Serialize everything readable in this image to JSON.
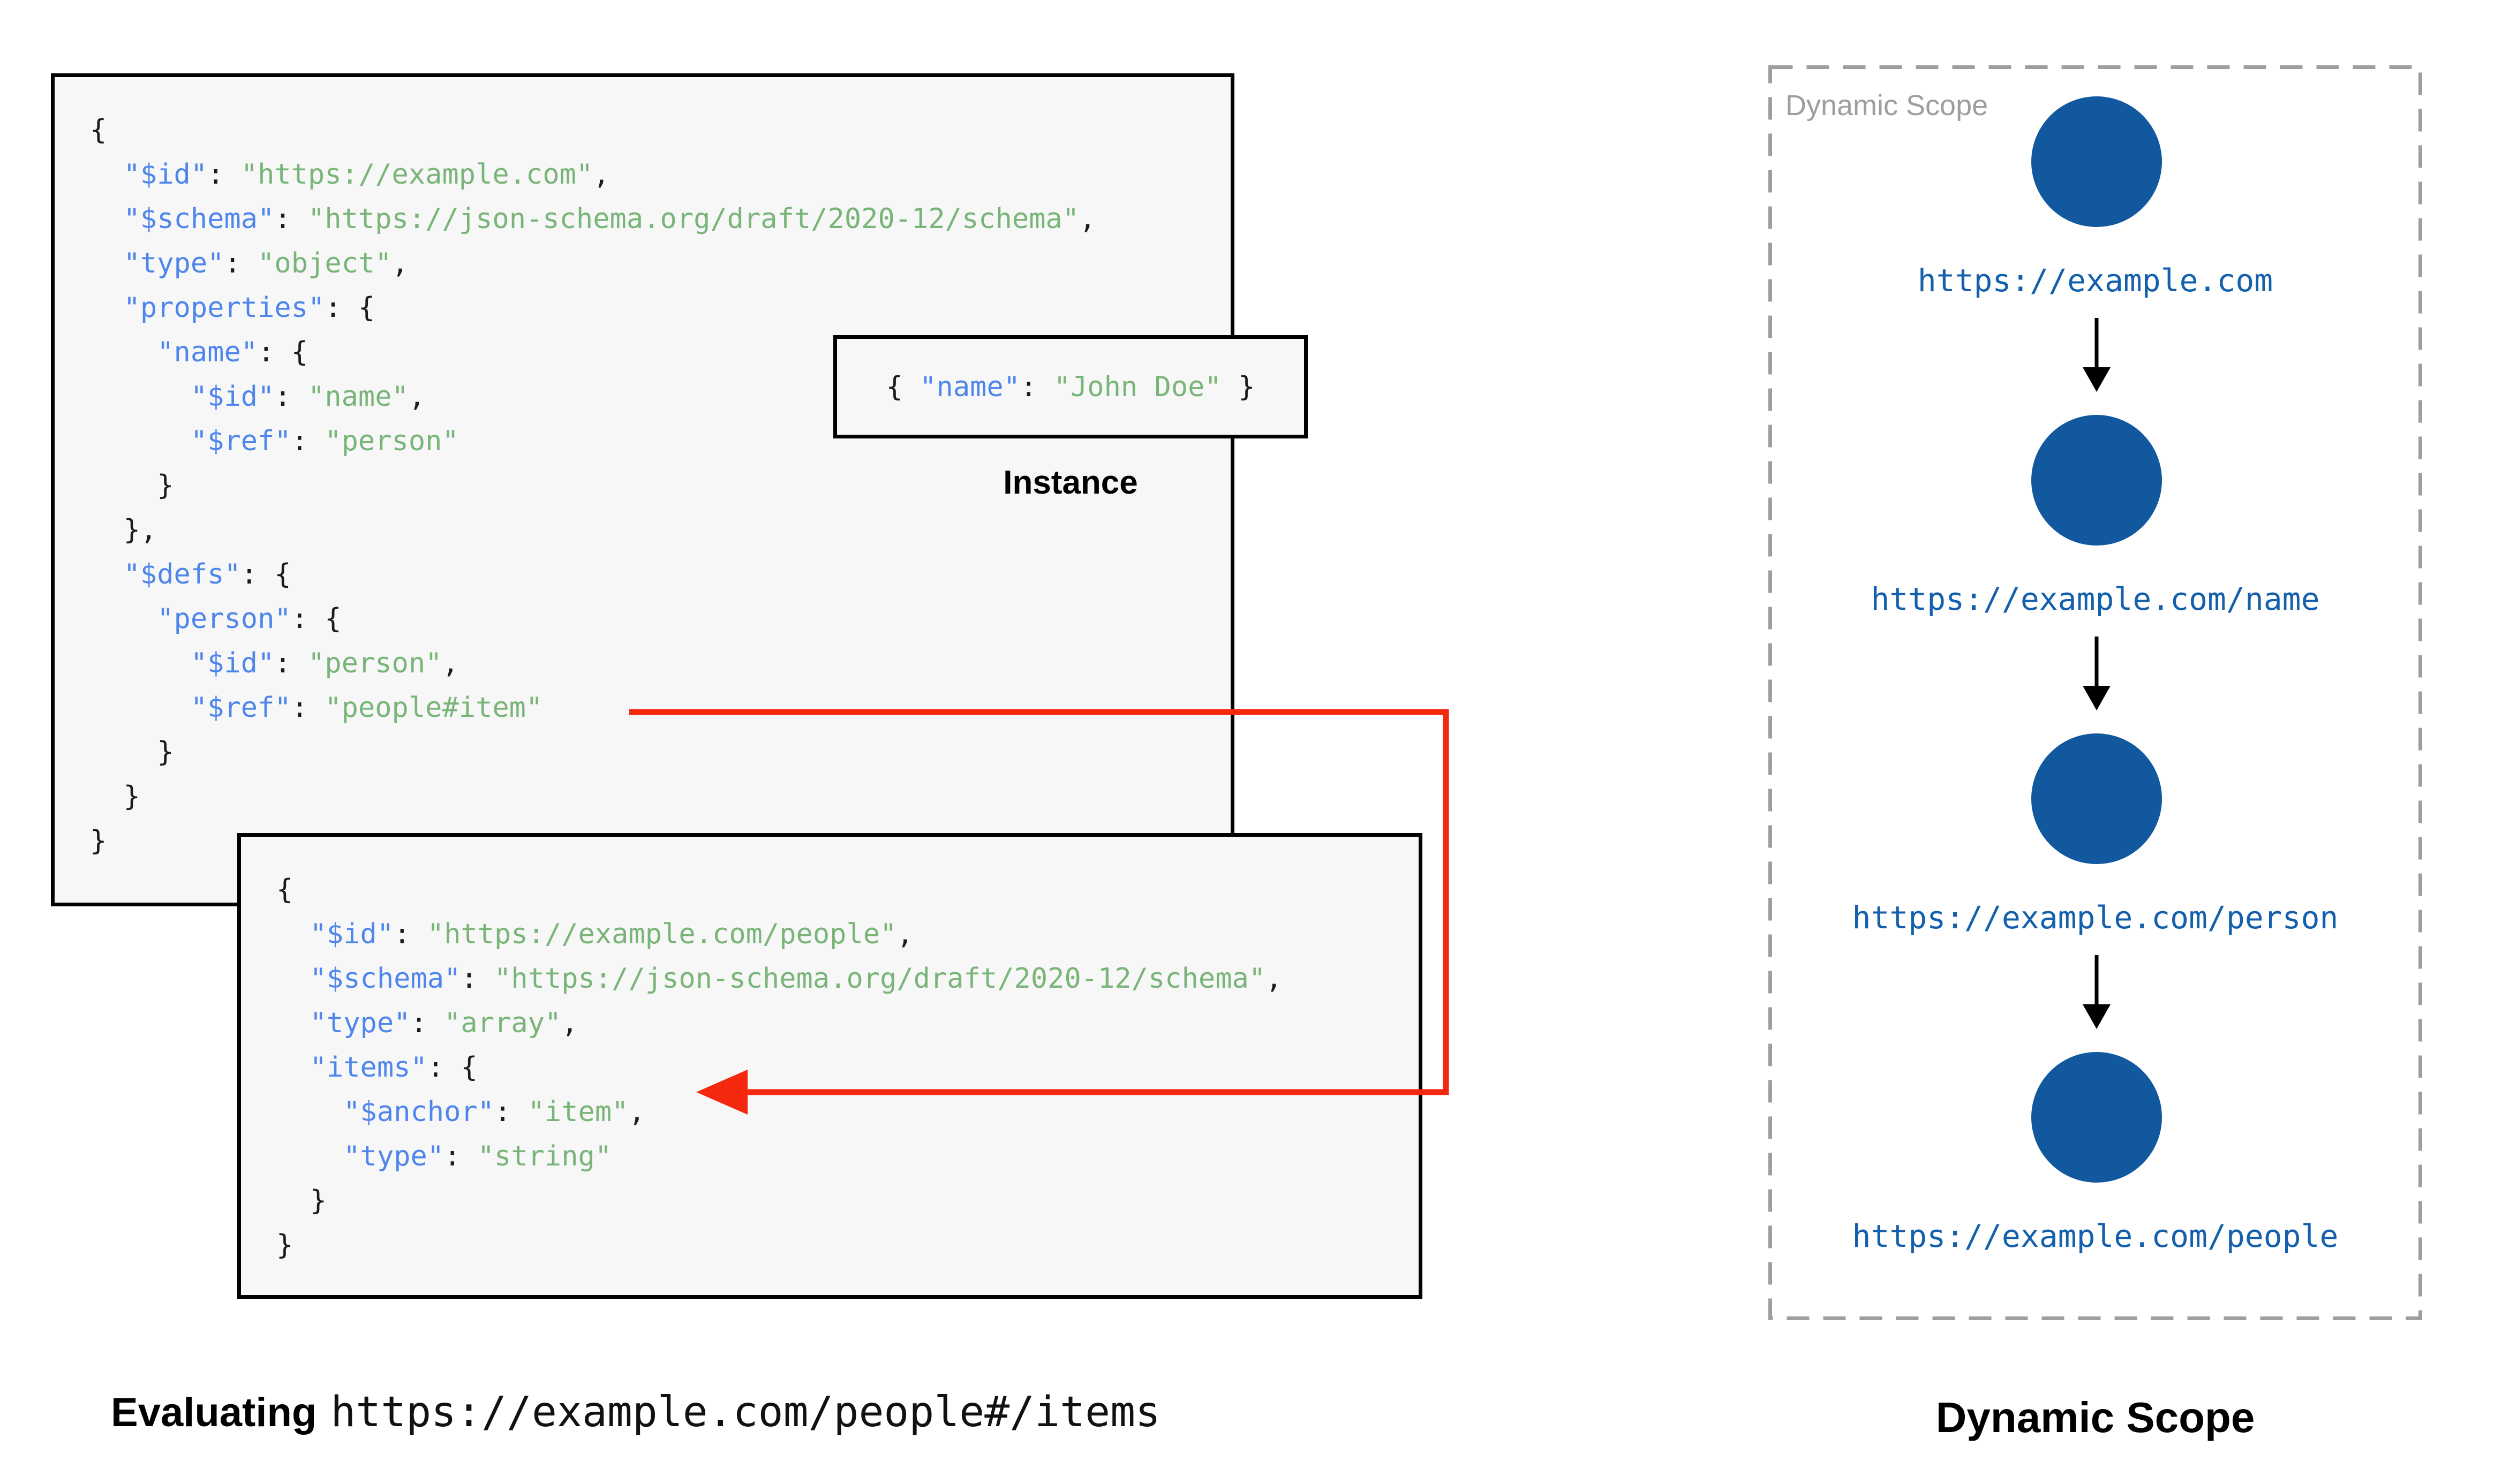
{
  "colors": {
    "code_key": "#4F86EC",
    "code_string": "#79B579",
    "code_punct": "#1B1B1B",
    "block_bg": "#F7F7F7",
    "block_border": "#000000",
    "accent_red": "#F4270F",
    "node_blue": "#11589E",
    "url_blue": "#1460AC",
    "muted_gray": "#9E9E9E",
    "arrow_black": "#000000"
  },
  "schema_root": {
    "lines": [
      [
        [
          "p",
          "{"
        ]
      ],
      [
        [
          "p",
          "  "
        ],
        [
          "k",
          "\"$id\""
        ],
        [
          "p",
          ": "
        ],
        [
          "s",
          "\"https://example.com\""
        ],
        [
          "p",
          ","
        ]
      ],
      [
        [
          "p",
          "  "
        ],
        [
          "k",
          "\"$schema\""
        ],
        [
          "p",
          ": "
        ],
        [
          "s",
          "\"https://json-schema.org/draft/2020-12/schema\""
        ],
        [
          "p",
          ","
        ]
      ],
      [
        [
          "p",
          "  "
        ],
        [
          "k",
          "\"type\""
        ],
        [
          "p",
          ": "
        ],
        [
          "s",
          "\"object\""
        ],
        [
          "p",
          ","
        ]
      ],
      [
        [
          "p",
          "  "
        ],
        [
          "k",
          "\"properties\""
        ],
        [
          "p",
          ": {"
        ]
      ],
      [
        [
          "p",
          "    "
        ],
        [
          "k",
          "\"name\""
        ],
        [
          "p",
          ": {"
        ]
      ],
      [
        [
          "p",
          "      "
        ],
        [
          "k",
          "\"$id\""
        ],
        [
          "p",
          ": "
        ],
        [
          "s",
          "\"name\""
        ],
        [
          "p",
          ","
        ]
      ],
      [
        [
          "p",
          "      "
        ],
        [
          "k",
          "\"$ref\""
        ],
        [
          "p",
          ": "
        ],
        [
          "s",
          "\"person\""
        ]
      ],
      [
        [
          "p",
          "    }"
        ]
      ],
      [
        [
          "p",
          "  },"
        ]
      ],
      [
        [
          "p",
          "  "
        ],
        [
          "k",
          "\"$defs\""
        ],
        [
          "p",
          ": {"
        ]
      ],
      [
        [
          "p",
          "    "
        ],
        [
          "k",
          "\"person\""
        ],
        [
          "p",
          ": {"
        ]
      ],
      [
        [
          "p",
          "      "
        ],
        [
          "k",
          "\"$id\""
        ],
        [
          "p",
          ": "
        ],
        [
          "s",
          "\"person\""
        ],
        [
          "p",
          ","
        ]
      ],
      [
        [
          "p",
          "      "
        ],
        [
          "k",
          "\"$ref\""
        ],
        [
          "p",
          ": "
        ],
        [
          "s",
          "\"people#item\""
        ]
      ],
      [
        [
          "p",
          "    }"
        ]
      ],
      [
        [
          "p",
          "  }"
        ]
      ],
      [
        [
          "p",
          "}"
        ]
      ]
    ]
  },
  "schema_people": {
    "lines": [
      [
        [
          "p",
          "{"
        ]
      ],
      [
        [
          "p",
          "  "
        ],
        [
          "k",
          "\"$id\""
        ],
        [
          "p",
          ": "
        ],
        [
          "s",
          "\"https://example.com/people\""
        ],
        [
          "p",
          ","
        ]
      ],
      [
        [
          "p",
          "  "
        ],
        [
          "k",
          "\"$schema\""
        ],
        [
          "p",
          ": "
        ],
        [
          "s",
          "\"https://json-schema.org/draft/2020-12/schema\""
        ],
        [
          "p",
          ","
        ]
      ],
      [
        [
          "p",
          "  "
        ],
        [
          "k",
          "\"type\""
        ],
        [
          "p",
          ": "
        ],
        [
          "s",
          "\"array\""
        ],
        [
          "p",
          ","
        ]
      ],
      [
        [
          "p",
          "  "
        ],
        [
          "k",
          "\"items\""
        ],
        [
          "p",
          ": {"
        ]
      ],
      [
        [
          "p",
          "    "
        ],
        [
          "k",
          "\"$anchor\""
        ],
        [
          "p",
          ": "
        ],
        [
          "s",
          "\"item\""
        ],
        [
          "p",
          ","
        ]
      ],
      [
        [
          "p",
          "    "
        ],
        [
          "k",
          "\"type\""
        ],
        [
          "p",
          ": "
        ],
        [
          "s",
          "\"string\""
        ]
      ],
      [
        [
          "p",
          "  }"
        ]
      ],
      [
        [
          "p",
          "}"
        ]
      ]
    ]
  },
  "instance": {
    "lines": [
      [
        [
          "p",
          "{ "
        ],
        [
          "k",
          "\"name\""
        ],
        [
          "p",
          ": "
        ],
        [
          "s",
          "\"John Doe\""
        ],
        [
          "p",
          " }"
        ]
      ]
    ],
    "caption": "Instance"
  },
  "evaluating": {
    "prefix": "Evaluating",
    "uri": "https://example.com/people#/items"
  },
  "dynamic_scope": {
    "watermark": "Dynamic Scope",
    "caption": "Dynamic Scope",
    "nodes": [
      {
        "label": "https://example.com"
      },
      {
        "label": "https://example.com/name"
      },
      {
        "label": "https://example.com/person"
      },
      {
        "label": "https://example.com/people"
      }
    ]
  }
}
